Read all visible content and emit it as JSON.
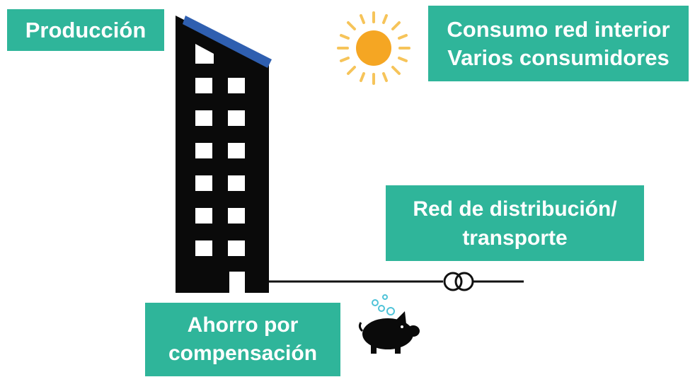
{
  "labels": {
    "produccion": "Producción",
    "consumo_line1": "Consumo red interior",
    "consumo_line2": "Varios consumidores",
    "red_line1": "Red de distribución/",
    "red_line2": "transporte",
    "ahorro_line1": "Ahorro por",
    "ahorro_line2": "compensación"
  },
  "colors": {
    "label_bg": "#2fb59a",
    "building": "#0a0a0a",
    "solar_panel": "#2f5fb0",
    "sun": "#f5a623",
    "sun_rays": "#f6c45a",
    "bubbles": "#4fc3d8"
  },
  "icons": [
    "building-icon",
    "solar-panel-icon",
    "sun-icon",
    "transformer-icon",
    "piggy-bank-icon"
  ]
}
